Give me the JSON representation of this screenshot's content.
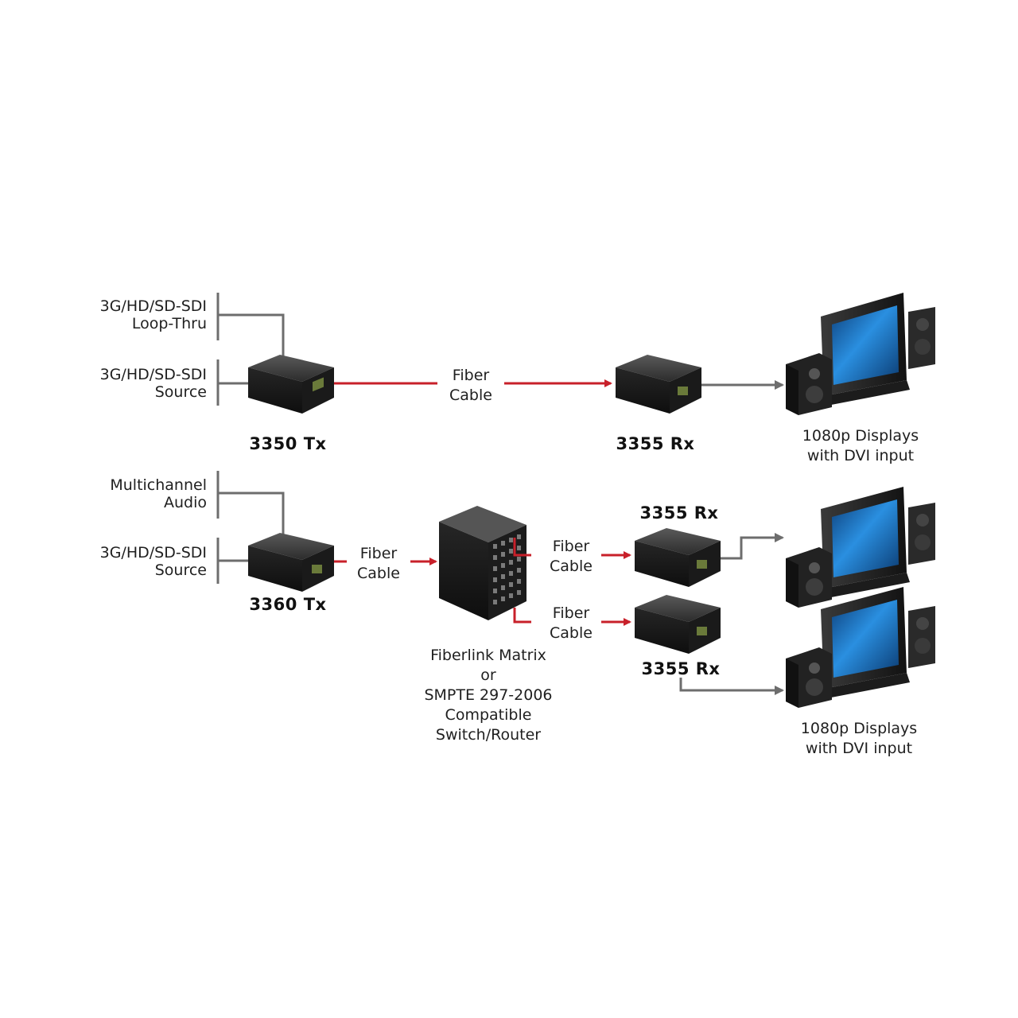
{
  "top": {
    "loop_thru": [
      "3G/HD/SD-SDI",
      "Loop-Thru"
    ],
    "source": [
      "3G/HD/SD-SDI",
      "Source"
    ],
    "tx_label": "3350 Tx",
    "fiber": [
      "Fiber",
      "Cable"
    ],
    "rx_label": "3355 Rx",
    "displays": [
      "1080p Displays",
      "with DVI input"
    ]
  },
  "bottom": {
    "audio": [
      "Multichannel",
      "Audio"
    ],
    "source": [
      "3G/HD/SD-SDI",
      "Source"
    ],
    "tx_label": "3360 Tx",
    "fiber_in": [
      "Fiber",
      "Cable"
    ],
    "matrix": [
      "Fiberlink Matrix",
      "or",
      "SMPTE 297-2006",
      "Compatible",
      "Switch/Router"
    ],
    "fiber_out_1": [
      "Fiber",
      "Cable"
    ],
    "fiber_out_2": [
      "Fiber",
      "Cable"
    ],
    "rx1_label": "3355 Rx",
    "rx2_label": "3355 Rx",
    "displays": [
      "1080p Displays",
      "with DVI input"
    ]
  },
  "colors": {
    "fiber": "#c8202a",
    "wire": "#6d6d6d",
    "device": "#2b2b2b",
    "screen": "#1f74c9"
  }
}
